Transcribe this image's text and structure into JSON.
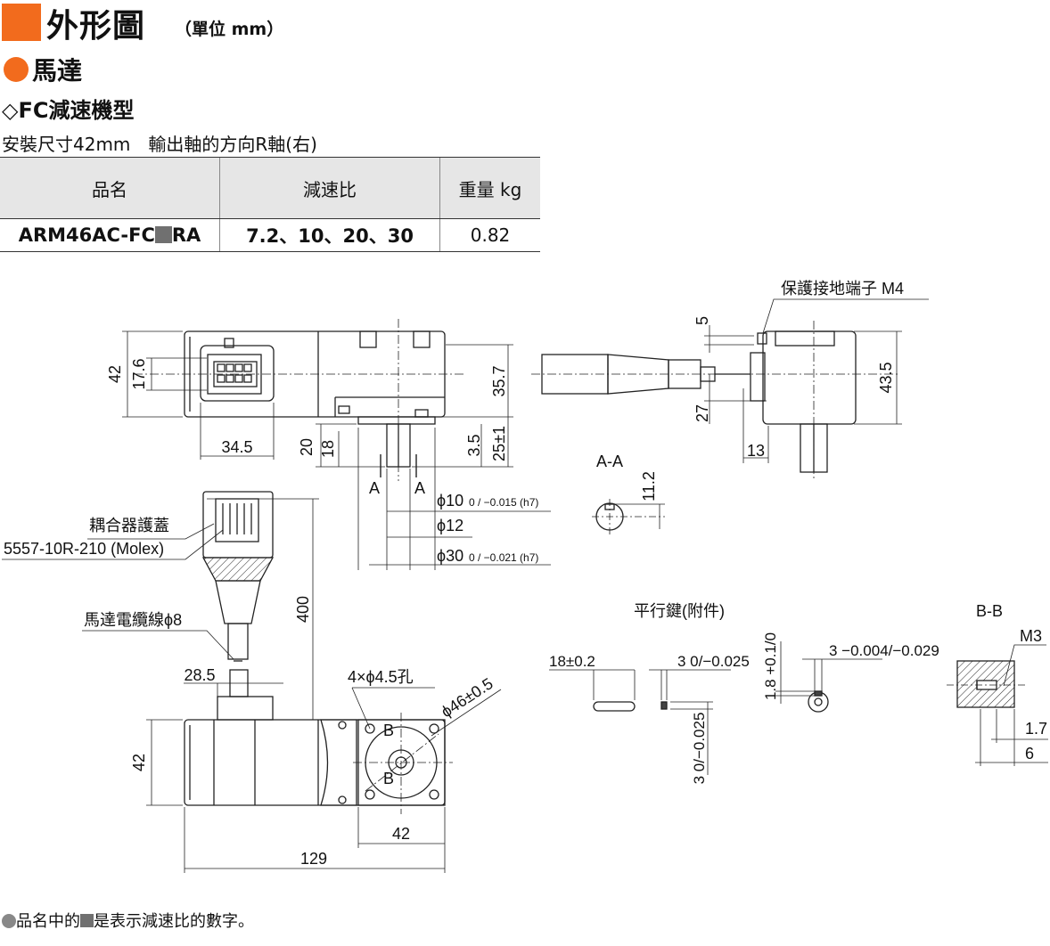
{
  "header": {
    "title": "外形圖",
    "unit": "（單位 mm）",
    "accent_color": "#f26b1d"
  },
  "section": {
    "motor": "馬達",
    "model_type": "◇FC減速機型",
    "mount_note": "安裝尺寸42mm　輸出軸的方向R軸(右)"
  },
  "spec_table": {
    "headers": [
      "品名",
      "減速比",
      "重量 kg"
    ],
    "row": {
      "model_prefix": "ARM46AC-FC",
      "model_suffix": "RA",
      "ratios": "7.2、10、20、30",
      "weight": "0.82"
    }
  },
  "drawing": {
    "labels": {
      "ground_terminal": "保護接地端子 M4",
      "coupler_cover": "耦合器護蓋",
      "connector": "5557-10R-210 (Molex)",
      "motor_cable": "馬達電纜線ϕ8",
      "mount_holes": "4×ϕ4.5孔",
      "bolt_circle": "ϕ46±0.5",
      "key_title": "平行鍵(附件)",
      "section_aa": "A-A",
      "section_bb": "B-B",
      "m3": "M3",
      "phi10": "ϕ10",
      "phi10_tol": "0 / −0.015 (h7)",
      "phi12": "ϕ12",
      "phi30": "ϕ30",
      "phi30_tol": "0 / −0.021 (h7)",
      "key_len": "18±0.2",
      "key_w": "3 0/−0.025",
      "key_h": "3 0/−0.025",
      "key_depth": "1.8 +0.1/0",
      "key_slot": "3 −0.004/−0.029",
      "a": "A",
      "b": "B"
    },
    "dims": [
      "42",
      "17.6",
      "34.5",
      "20",
      "18",
      "3.5",
      "25±1",
      "35.7",
      "5",
      "27",
      "13",
      "43.5",
      "11.2",
      "400",
      "28.5",
      "42",
      "42",
      "129",
      "1.7",
      "6"
    ]
  },
  "footnote": {
    "pre": "品名中的",
    "post": "是表示減速比的數字。"
  }
}
